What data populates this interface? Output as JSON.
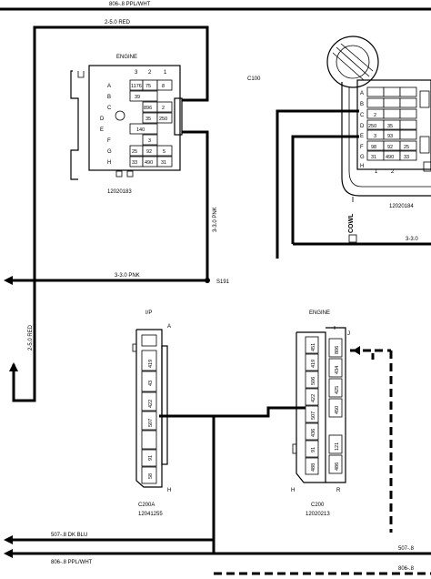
{
  "wires": {
    "top_ppl_wht": "806-.8 PPL/WHT",
    "red_upper": "2-5.0 RED",
    "red_vertical": "2-5.0 RED",
    "pnk_vertical": "3-3.0 PNK",
    "pnk_horizontal": "3-3.0 PNK",
    "pnk_right": "3-3.0",
    "dk_blu": "507-.8 DK BLU",
    "ppl_wht_bottom": "806-.8 PPL/WHT",
    "dk_blu_right": "507-.8",
    "ppl_right_top": "806-.8"
  },
  "splice": {
    "label": "S191"
  },
  "c100": {
    "label": "C100",
    "cowl_label": "COWL"
  },
  "connector_engine_top": {
    "title": "ENGINE",
    "part_number": "12020183",
    "columns": [
      "3",
      "2",
      "1"
    ],
    "rows": [
      "A",
      "B",
      "C",
      "D",
      "E",
      "F",
      "G",
      "H"
    ],
    "cells": [
      "1176",
      "75",
      "8",
      "39",
      "896",
      "2",
      "35",
      "250",
      "140",
      "3",
      "25",
      "92",
      "5",
      "33",
      "490",
      "31"
    ]
  },
  "connector_cowl": {
    "part_number": "12020184",
    "rows": [
      "A",
      "B",
      "C",
      "D",
      "E",
      "F",
      "G",
      "H"
    ],
    "cells": [
      "2",
      "250",
      "35",
      "3",
      "93",
      "98",
      "92",
      "25",
      "31",
      "490",
      "33"
    ],
    "bottom_labels": [
      "1",
      "2"
    ]
  },
  "connector_c200a": {
    "title": "I/P",
    "name": "C200A",
    "part_number": "12041255",
    "pin_a": "A",
    "pin_h": "H",
    "cells": [
      "419",
      "43",
      "422",
      "507",
      "91",
      "58"
    ]
  },
  "connector_c200": {
    "title": "ENGINE",
    "name": "C200",
    "part_number": "12020213",
    "pin_j": "J",
    "pin_h": "H",
    "pin_r": "R",
    "left_cells": [
      "451",
      "419",
      "506",
      "422",
      "507",
      "436",
      "91",
      "488"
    ],
    "right_cells": [
      "806",
      "434",
      "425",
      "450",
      "121",
      "486"
    ]
  }
}
